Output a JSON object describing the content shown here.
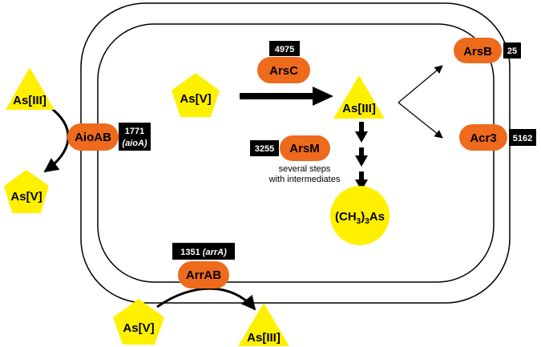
{
  "colors": {
    "enzyme_fill": "#ee6a1c",
    "molecule_fill": "#fff000",
    "count_box": "#000000",
    "count_text": "#ffffff",
    "line": "#000000"
  },
  "shapes": {
    "triangle_icon": "triangle",
    "pentagon_icon": "pentagon",
    "circle_icon": "circle"
  },
  "molecules": {
    "as3_outside_top": "As[III]",
    "as5_outside_left": "As[V]",
    "as5_inside": "As[V]",
    "as3_inside": "As[III]",
    "as5_bottom": "As[V]",
    "as3_bottom": "As[III]",
    "tma_prefix": "(CH",
    "tma_sub1": "3",
    "tma_mid": ")",
    "tma_sub2": "3",
    "tma_suffix": "As"
  },
  "enzymes": {
    "arsc": {
      "name": "ArsC",
      "count": "4975"
    },
    "arsm": {
      "name": "ArsM",
      "count": "3255"
    },
    "arsb": {
      "name": "ArsB",
      "count": "25"
    },
    "acr3": {
      "name": "Acr3",
      "count": "5162"
    },
    "aioab": {
      "name": "AioAB",
      "count": "1771",
      "gene": "(aioA)"
    },
    "arrab": {
      "name": "ArrAB",
      "count": "1351",
      "gene": "(arrA)"
    }
  },
  "notes": {
    "several_steps_line1": "several steps",
    "several_steps_line2": "with intermediates"
  }
}
